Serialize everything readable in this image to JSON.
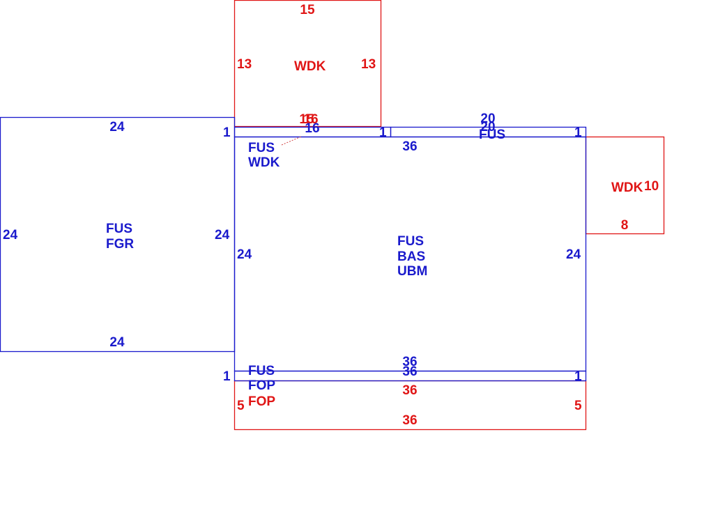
{
  "colors": {
    "living": "#1a1acc",
    "deck": "#e01515",
    "leader": "#d04040",
    "background": "#ffffff"
  },
  "areas": {
    "top_deck": {
      "label": "WDK",
      "top": "15",
      "bottom_a": "15",
      "bottom_b": "16",
      "left": "13",
      "right": "13"
    },
    "top_strip_left": {
      "label_line1": "FUS",
      "label_line2": "WDK",
      "top": "16",
      "left": "1",
      "right": "1"
    },
    "top_strip_right": {
      "label": "FUS",
      "top_a": "20",
      "top_b": "20",
      "right": "1"
    },
    "garage": {
      "label_line1": "FUS",
      "label_line2": "FGR",
      "top": "24",
      "bottom": "24",
      "left": "24",
      "right": "24"
    },
    "main": {
      "label_line1": "FUS",
      "label_line2": "BAS",
      "label_line3": "UBM",
      "top": "36",
      "bottom": "36",
      "left": "24",
      "right": "24"
    },
    "right_deck": {
      "label": "WDK",
      "right": "10",
      "bottom": "8"
    },
    "bottom_strip": {
      "label_line1": "FUS",
      "label_line2": "FOP",
      "top": "36",
      "left": "1",
      "right": "1"
    },
    "porch": {
      "label": "FOP",
      "top": "36",
      "bottom": "36",
      "left": "5",
      "right": "5"
    }
  }
}
